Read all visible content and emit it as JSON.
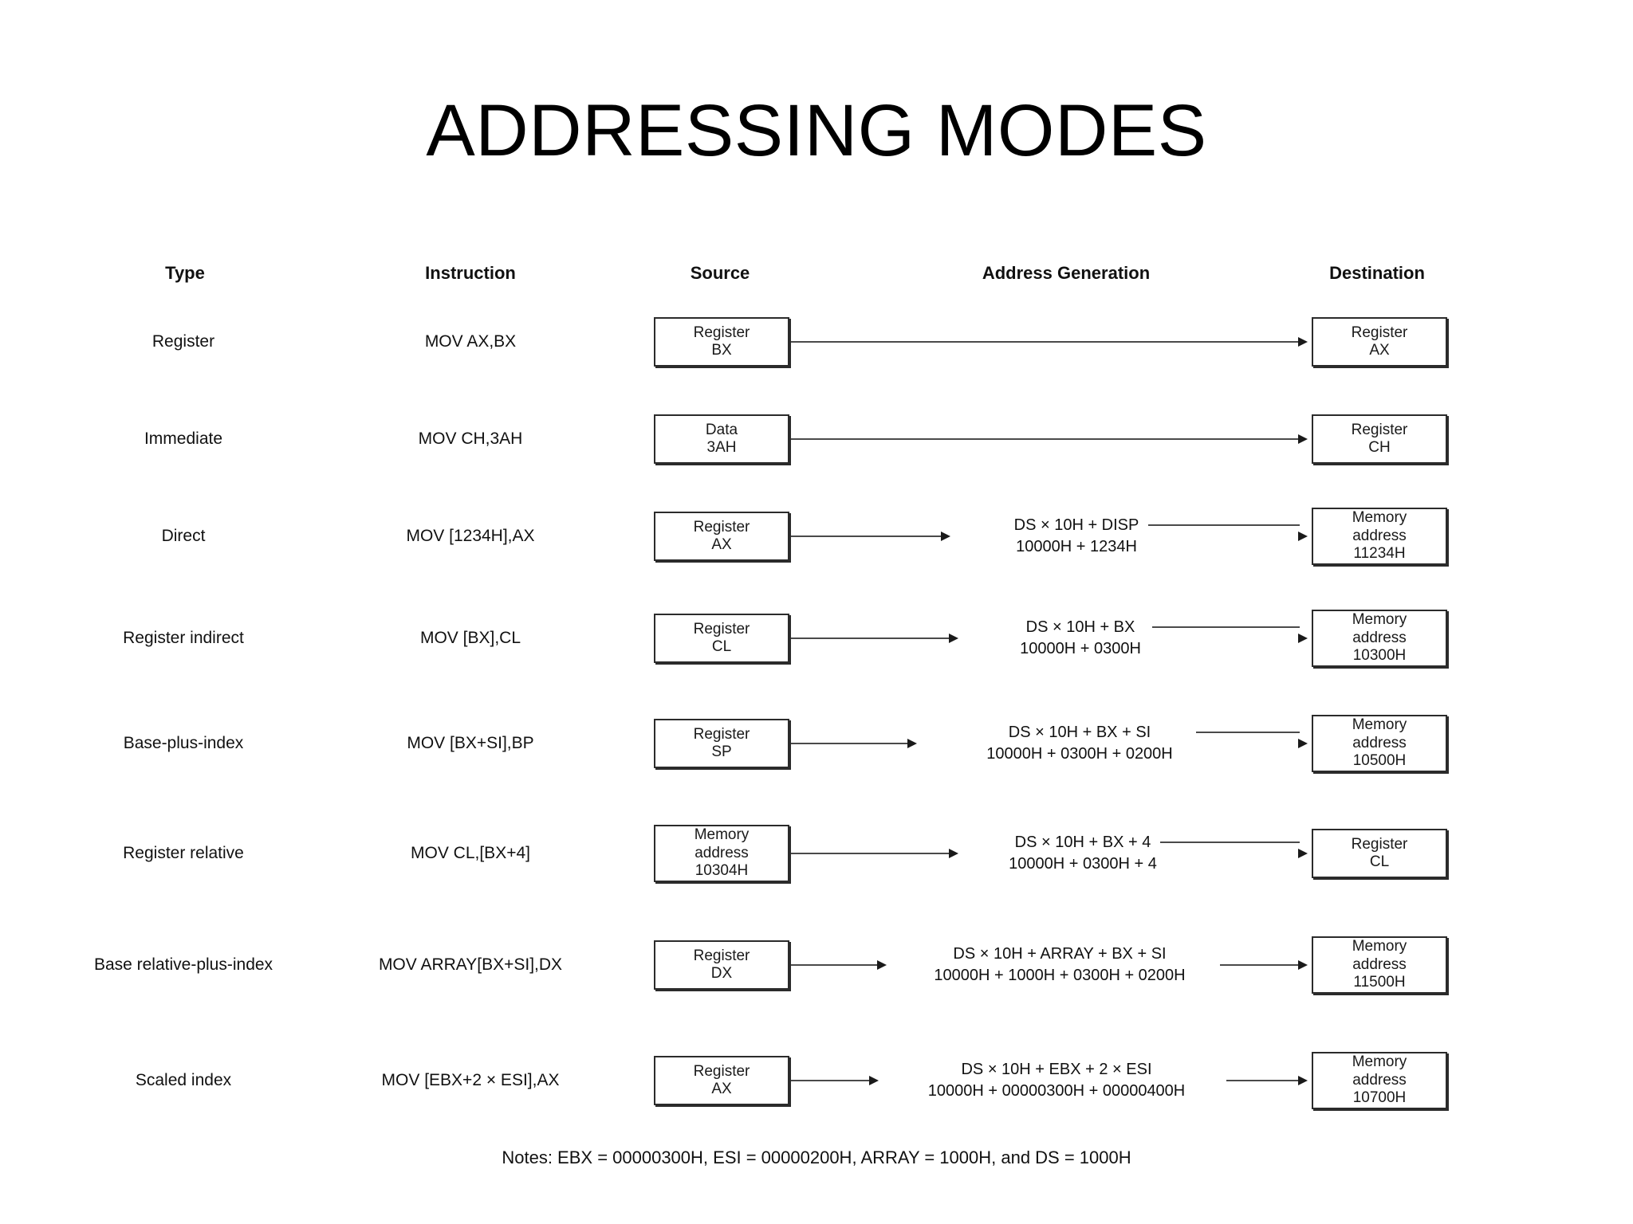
{
  "slide": {
    "title": "ADDRESSING MODES",
    "notes": "Notes:  EBX = 00000300H, ESI = 00000200H, ARRAY = 1000H, and DS = 1000H"
  },
  "table": {
    "headers": {
      "type": "Type",
      "instruction": "Instruction",
      "source": "Source",
      "address_generation": "Address Generation",
      "destination": "Destination"
    },
    "rows": [
      {
        "type": "Register",
        "instruction": "MOV   AX,BX",
        "source": {
          "line1": "Register",
          "line2": "BX",
          "line3": ""
        },
        "addrgen": {
          "line1": "",
          "line2": ""
        },
        "destination": {
          "line1": "Register",
          "line2": "AX",
          "line3": ""
        }
      },
      {
        "type": "Immediate",
        "instruction": "MOV   CH,3AH",
        "source": {
          "line1": "Data",
          "line2": "3AH",
          "line3": ""
        },
        "addrgen": {
          "line1": "",
          "line2": ""
        },
        "destination": {
          "line1": "Register",
          "line2": "CH",
          "line3": ""
        }
      },
      {
        "type": "Direct",
        "instruction": "MOV   [1234H],AX",
        "source": {
          "line1": "Register",
          "line2": "AX",
          "line3": ""
        },
        "addrgen": {
          "line1": "DS × 10H + DISP",
          "line2": "10000H + 1234H"
        },
        "destination": {
          "line1": "Memory",
          "line2": "address",
          "line3": "11234H"
        }
      },
      {
        "type": "Register indirect",
        "instruction": "MOV   [BX],CL",
        "source": {
          "line1": "Register",
          "line2": "CL",
          "line3": ""
        },
        "addrgen": {
          "line1": "DS × 10H + BX",
          "line2": "10000H + 0300H"
        },
        "destination": {
          "line1": "Memory",
          "line2": "address",
          "line3": "10300H"
        }
      },
      {
        "type": "Base-plus-index",
        "instruction": "MOV   [BX+SI],BP",
        "source": {
          "line1": "Register",
          "line2": "SP",
          "line3": ""
        },
        "addrgen": {
          "line1": "DS × 10H + BX + SI",
          "line2": "10000H + 0300H + 0200H"
        },
        "destination": {
          "line1": "Memory",
          "line2": "address",
          "line3": "10500H"
        }
      },
      {
        "type": "Register relative",
        "instruction": "MOV   CL,[BX+4]",
        "source": {
          "line1": "Memory",
          "line2": "address",
          "line3": "10304H"
        },
        "addrgen": {
          "line1": "DS × 10H + BX + 4",
          "line2": "10000H + 0300H + 4"
        },
        "destination": {
          "line1": "Register",
          "line2": "CL",
          "line3": ""
        }
      },
      {
        "type": "Base relative-plus-index",
        "instruction": "MOV   ARRAY[BX+SI],DX",
        "source": {
          "line1": "Register",
          "line2": "DX",
          "line3": ""
        },
        "addrgen": {
          "line1": "DS × 10H + ARRAY + BX + SI",
          "line2": "10000H + 1000H + 0300H + 0200H"
        },
        "destination": {
          "line1": "Memory",
          "line2": "address",
          "line3": "11500H"
        }
      },
      {
        "type": "Scaled index",
        "instruction": "MOV   [EBX+2 × ESI],AX",
        "source": {
          "line1": "Register",
          "line2": "AX",
          "line3": ""
        },
        "addrgen": {
          "line1": "DS × 10H + EBX + 2 × ESI",
          "line2": "10000H + 00000300H + 00000400H"
        },
        "destination": {
          "line1": "Memory",
          "line2": "address",
          "line3": "10700H"
        }
      }
    ]
  },
  "colors": {
    "ink": "#1a1a1a",
    "line": "#4a4a4a",
    "background": "#ffffff"
  }
}
